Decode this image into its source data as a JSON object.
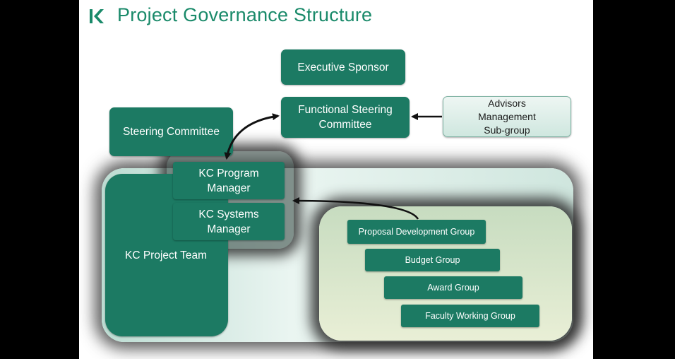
{
  "title": "Project Governance Structure",
  "logo_icon": "k-logo-icon",
  "colors": {
    "accent": "#1c7a63",
    "title": "#1a8a6a",
    "advisor_fill": "#d8ece6",
    "background": "#000000"
  },
  "nodes": {
    "executive_sponsor": "Executive Sponsor",
    "functional_steering_committee": "Functional Steering\nCommittee",
    "advisors": "Advisors\nManagement\nSub-group",
    "steering_committee": "Steering Committee",
    "kc_program_manager": "KC Program\nManager",
    "kc_systems_manager": "KC Systems\nManager",
    "kc_project_team": "KC Project Team",
    "proposal_development_group": "Proposal Development Group",
    "budget_group": "Budget Group",
    "award_group": "Award Group",
    "faculty_working_group": "Faculty Working Group"
  },
  "edges": [
    {
      "from": "Advisors Management Sub-group",
      "to": "Functional Steering Committee",
      "type": "arrow"
    },
    {
      "from": "Functional Steering Committee",
      "to": "KC Program Manager",
      "type": "bidirectional"
    },
    {
      "from": "Proposal Development Group",
      "to": "KC Program Manager",
      "type": "arrow"
    }
  ]
}
